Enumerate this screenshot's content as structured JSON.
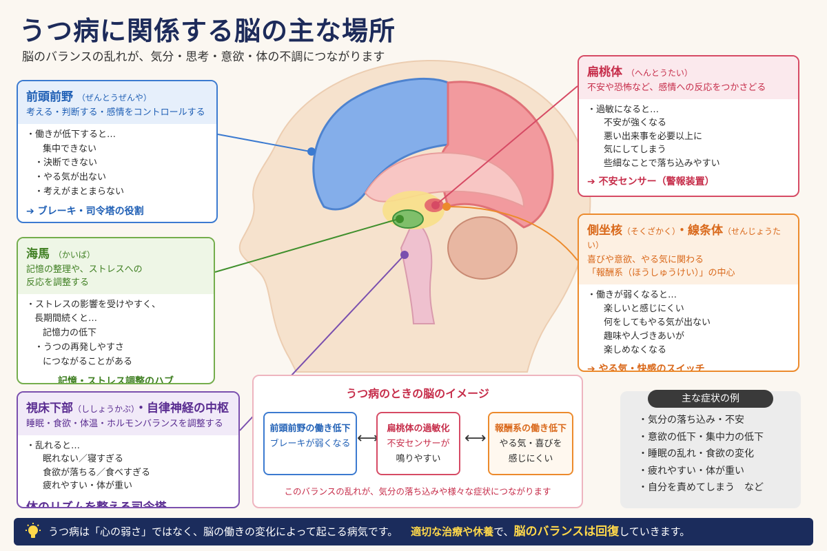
{
  "title": "うつ病に関係する脳の主な場所",
  "subtitle": "脳のバランスの乱れが、気分・思考・意欲・体の不調につながります",
  "colors": {
    "blue": "#3b7ad0",
    "green": "#74ad4c",
    "purple": "#7a4fae",
    "red": "#d64a64",
    "orange": "#ec8a2c",
    "navy": "#1b2c5c"
  },
  "pfc": {
    "name": "前頭前野",
    "reading": "（ぜんとうぜんや）",
    "role": "考える・判断する・感情をコントロールする",
    "lines": [
      "・働きが低下すると…",
      "集中できない",
      "・決断できない",
      "・やる気が出ない",
      "・考えがまとまらない"
    ],
    "foot": "ブレーキ・司令塔の役割"
  },
  "hip": {
    "name": "海馬",
    "reading": "（かいば）",
    "role1": "記憶の整理や、ストレスへの",
    "role2": "反応を調整する",
    "lines": [
      "・ストレスの影響を受けやすく、",
      "長期間続くと…",
      "記憶力の低下",
      "・うつの再発しやすさ",
      "につながることがある"
    ],
    "foot": "記憶・ストレス調整のハブ"
  },
  "hyp": {
    "name": "視床下部",
    "reading": "（ししょうかぶ）",
    "name2": "・自律神経の中枢",
    "role": "睡眠・食欲・体温・ホルモンバランスを調整する",
    "lines": [
      "・乱れると…",
      "眠れない／寝すぎる",
      "食欲が落ちる／食べすぎる",
      "疲れやすい・体が重い"
    ],
    "foot": "体のリズムを整える司令塔"
  },
  "amy": {
    "name": "扁桃体",
    "reading": "（へんとうたい）",
    "role": "不安や恐怖など、感情への反応をつかさどる",
    "lines": [
      "・過敏になると…",
      "不安が強くなる",
      "悪い出来事を必要以上に",
      "気にしてしまう",
      "些細なことで落ち込みやすい"
    ],
    "foot": "不安センサー（警報装置）"
  },
  "nac": {
    "name": "側坐核",
    "reading": "（そくざかく）",
    "name2": "・線条体",
    "reading2": "（せんじょうたい）",
    "role1": "喜びや意欲、やる気に関わる",
    "role2": "「報酬系（ほうしゅうけい）」の中心",
    "lines": [
      "・働きが弱くなると…",
      "楽しいと感じにくい",
      "何をしてもやる気が出ない",
      "趣味や人づきあいが",
      "楽しめなくなる"
    ],
    "foot": "やる気・快感のスイッチ"
  },
  "center": {
    "title": "うつ病のときの脳のイメージ",
    "box1": {
      "title": "前頭前野の働き低下",
      "text": "ブレーキが弱くなる"
    },
    "box2": {
      "title": "扁桃体の過敏化",
      "text1": "不安センサーが",
      "text2": "鳴りやすい"
    },
    "box3": {
      "title": "報酬系の働き低下",
      "text1": "やる気・喜びを",
      "text2": "感じにくい"
    },
    "arrow": "⟷",
    "foot": "このバランスの乱れが、気分の落ち込みや様々な症状につながります"
  },
  "symptoms": {
    "title": "主な症状の例",
    "items": [
      "気分の落ち込み・不安",
      "意欲の低下・集中力の低下",
      "睡眠の乱れ・食欲の変化",
      "疲れやすい・体が重い",
      "自分を責めてしまう　など"
    ]
  },
  "banner": {
    "text1": "うつ病は「心の弱さ」ではなく、脳の働きの変化によって起こる病気です。",
    "hl1": "適切な治療や休養",
    "text2": "で、",
    "hl2": "脳のバランスは回復",
    "text3": "していきます。"
  },
  "arrow_symbol": "➔"
}
